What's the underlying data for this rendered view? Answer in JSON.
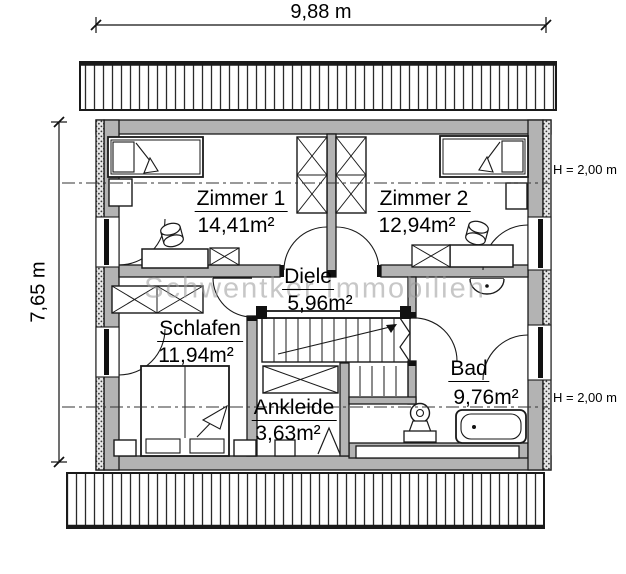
{
  "watermark": "Schwentker Immobilien",
  "colors": {
    "wall": "#b3b3b3",
    "line": "#1a1a1a",
    "watermark": "#9a9a9a"
  },
  "dimensions": {
    "width": "9,88 m",
    "height": "7,65 m"
  },
  "height_markers": {
    "upper": "H = 2,00 m",
    "lower": "H = 2,00 m"
  },
  "rooms": [
    {
      "name": "Zimmer 1",
      "area": "14,41m²"
    },
    {
      "name": "Zimmer 2",
      "area": "12,94m²"
    },
    {
      "name": "Diele",
      "area": "5,96m²"
    },
    {
      "name": "Schlafen",
      "area": "11,94m²"
    },
    {
      "name": "Ankleide",
      "area": "3,63m²"
    },
    {
      "name": "Bad",
      "area": "9,76m²"
    }
  ]
}
